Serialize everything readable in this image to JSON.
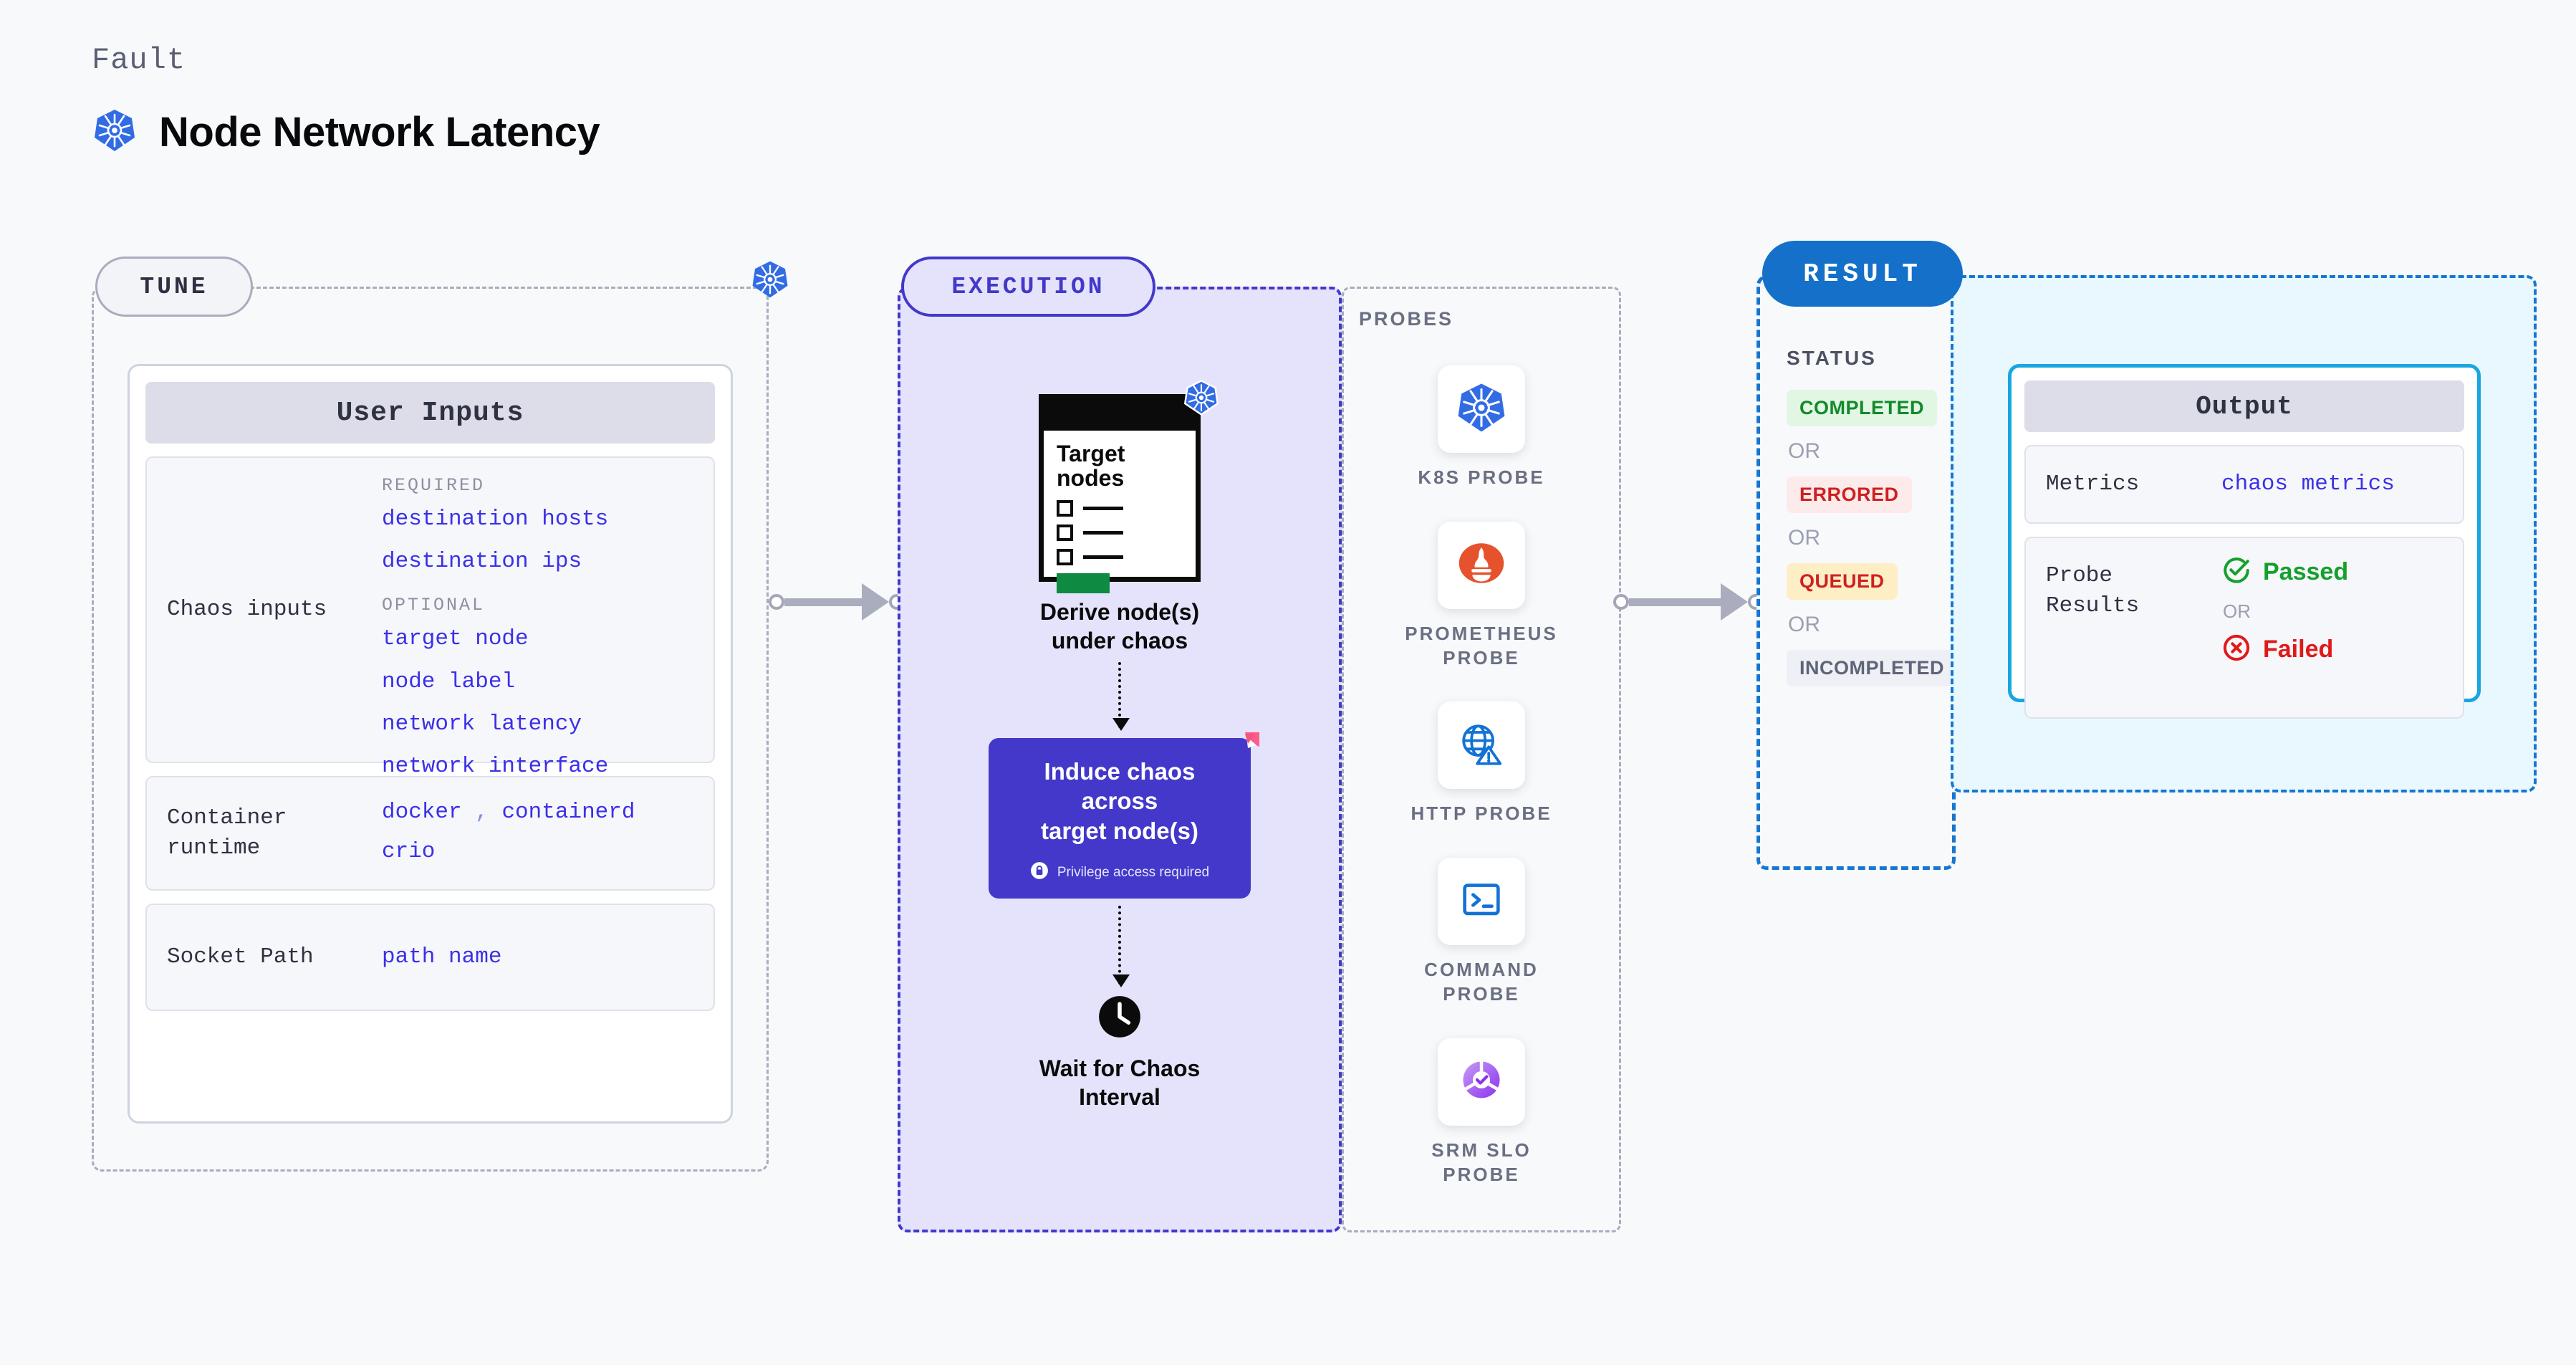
{
  "header": {
    "kicker": "Fault",
    "title": "Node Network Latency",
    "icon": "kubernetes-icon"
  },
  "tune": {
    "pill_label": "TUNE",
    "badge_icon": "kubernetes-icon",
    "card_title": "User Inputs",
    "sections": [
      {
        "label": "Chaos inputs",
        "groups": [
          {
            "title": "REQUIRED",
            "values": [
              "destination hosts",
              "destination ips"
            ]
          },
          {
            "title": "OPTIONAL",
            "values": [
              "target node",
              "node label",
              "network latency",
              "network interface"
            ]
          }
        ]
      },
      {
        "label": "Container runtime",
        "values_inline": [
          "docker",
          "containerd"
        ],
        "separator": ",",
        "values_second_line": [
          "crio"
        ]
      },
      {
        "label": "Socket Path",
        "values": [
          "path name"
        ]
      }
    ]
  },
  "execution": {
    "pill_label": "EXECUTION",
    "doc": {
      "title_line1": "Target",
      "title_line2": "nodes",
      "badge_icon": "kubernetes-icon"
    },
    "step1_caption_line1": "Derive node(s)",
    "step1_caption_line2": "under chaos",
    "induce": {
      "title_line1": "Induce chaos across",
      "title_line2": "target node(s)",
      "privilege_note": "Privilege access required",
      "privilege_icon": "lock-icon",
      "corner_icon": "litmus-icon"
    },
    "wait": {
      "icon": "clock-icon",
      "caption_line1": "Wait for Chaos",
      "caption_line2": "Interval"
    }
  },
  "probes": {
    "title": "PROBES",
    "items": [
      {
        "icon": "kubernetes-icon",
        "label_line1": "K8S PROBE",
        "label_line2": ""
      },
      {
        "icon": "prometheus-icon",
        "label_line1": "PROMETHEUS",
        "label_line2": "PROBE"
      },
      {
        "icon": "http-globe-icon",
        "label_line1": "HTTP PROBE",
        "label_line2": ""
      },
      {
        "icon": "command-terminal-icon",
        "label_line1": "COMMAND",
        "label_line2": "PROBE"
      },
      {
        "icon": "srm-slo-icon",
        "label_line1": "SRM SLO",
        "label_line2": "PROBE"
      }
    ]
  },
  "result": {
    "pill_label": "RESULT",
    "status_title": "STATUS",
    "or_label": "OR",
    "statuses": [
      {
        "label": "COMPLETED",
        "bg": "#e1f6e3",
        "color": "#14892c"
      },
      {
        "label": "ERRORED",
        "bg": "#fdeaea",
        "color": "#cf2020"
      },
      {
        "label": "QUEUED",
        "bg": "#fdeec6",
        "color": "#cf2020"
      },
      {
        "label": "INCOMPLETED",
        "bg": "#eef0f5",
        "color": "#5f6478"
      }
    ]
  },
  "output": {
    "card_title": "Output",
    "metrics_label": "Metrics",
    "metrics_value": "chaos metrics",
    "probe_results_label_line1": "Probe",
    "probe_results_label_line2": "Results",
    "passed_label": "Passed",
    "failed_label": "Failed",
    "or_label": "OR",
    "passed_icon": "check-circle-icon",
    "failed_icon": "x-circle-icon"
  },
  "colors": {
    "accent_purple": "#4338ca",
    "accent_blue": "#1470c8",
    "link_blue": "#3b30e8",
    "k8s_blue": "#326ce5",
    "green": "#14892c",
    "red": "#cf2020"
  }
}
